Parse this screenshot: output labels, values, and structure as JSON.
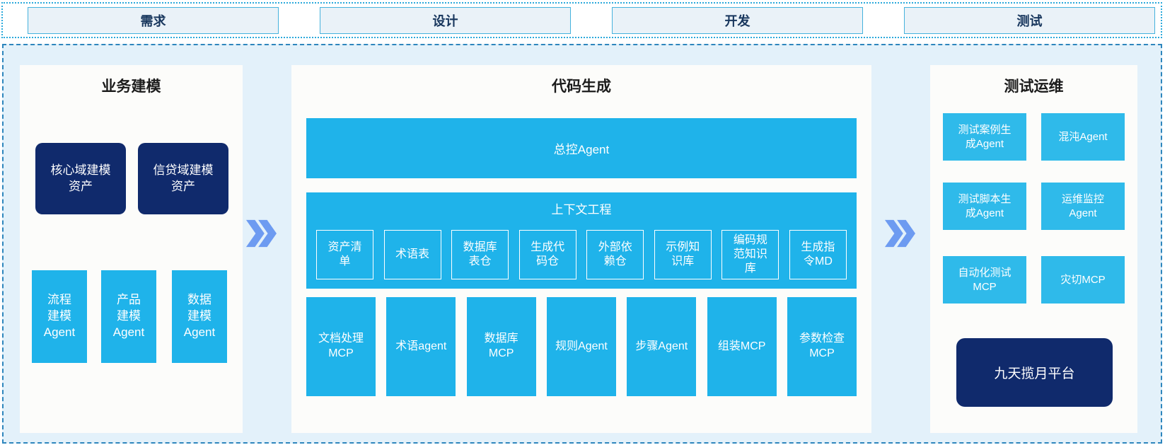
{
  "colors": {
    "cyan": "#1FB3EA",
    "cyan_light": "#2FBAEA",
    "navy": "#102A6C",
    "chevron": "#6D9BF1",
    "container_bg": "#E3F1FA",
    "panel_bg": "#FCFCFA",
    "phase_fill": "#EAF2F8",
    "phase_border": "#45B2DD",
    "phase_text": "#17365D",
    "strip_border": "#2BA9DB",
    "container_border": "#2E86BD",
    "title_text": "#1B1B1B"
  },
  "phases": [
    {
      "label": "需求"
    },
    {
      "label": "设计"
    },
    {
      "label": "开发"
    },
    {
      "label": "测试"
    }
  ],
  "sections": {
    "business": {
      "title": "业务建模",
      "assets": [
        {
          "label": "核心域建模资产"
        },
        {
          "label": "信贷域建模资产"
        }
      ],
      "agents": [
        {
          "label": "流程建模Agent"
        },
        {
          "label": "产品建模Agent"
        },
        {
          "label": "数据建模Agent"
        }
      ]
    },
    "codegen": {
      "title": "代码生成",
      "master_agent": "总控Agent",
      "context": {
        "title": "上下文工程",
        "items": [
          {
            "label": "资产清单"
          },
          {
            "label": "术语表"
          },
          {
            "label": "数据库表仓"
          },
          {
            "label": "生成代码仓"
          },
          {
            "label": "外部依赖仓"
          },
          {
            "label": "示例知识库"
          },
          {
            "label": "编码规范知识库"
          },
          {
            "label": "生成指令MD"
          }
        ]
      },
      "tools": [
        {
          "label": "文档处理MCP"
        },
        {
          "label": "术语agent"
        },
        {
          "label": "数据库MCP"
        },
        {
          "label": "规则Agent"
        },
        {
          "label": "步骤Agent"
        },
        {
          "label": "组装MCP"
        },
        {
          "label": "参数检查MCP"
        }
      ]
    },
    "testops": {
      "title": "测试运维",
      "boxes": [
        {
          "label": "测试案例生成Agent"
        },
        {
          "label": "混沌Agent"
        },
        {
          "label": "测试脚本生成Agent"
        },
        {
          "label": "运维监控Agent"
        },
        {
          "label": "自动化测试MCP"
        },
        {
          "label": "灾切MCP"
        }
      ],
      "platform": "九天揽月平台"
    }
  },
  "icons": [
    {
      "name": "double-chevron-right-icon",
      "meaning": "flow to next stage"
    }
  ]
}
